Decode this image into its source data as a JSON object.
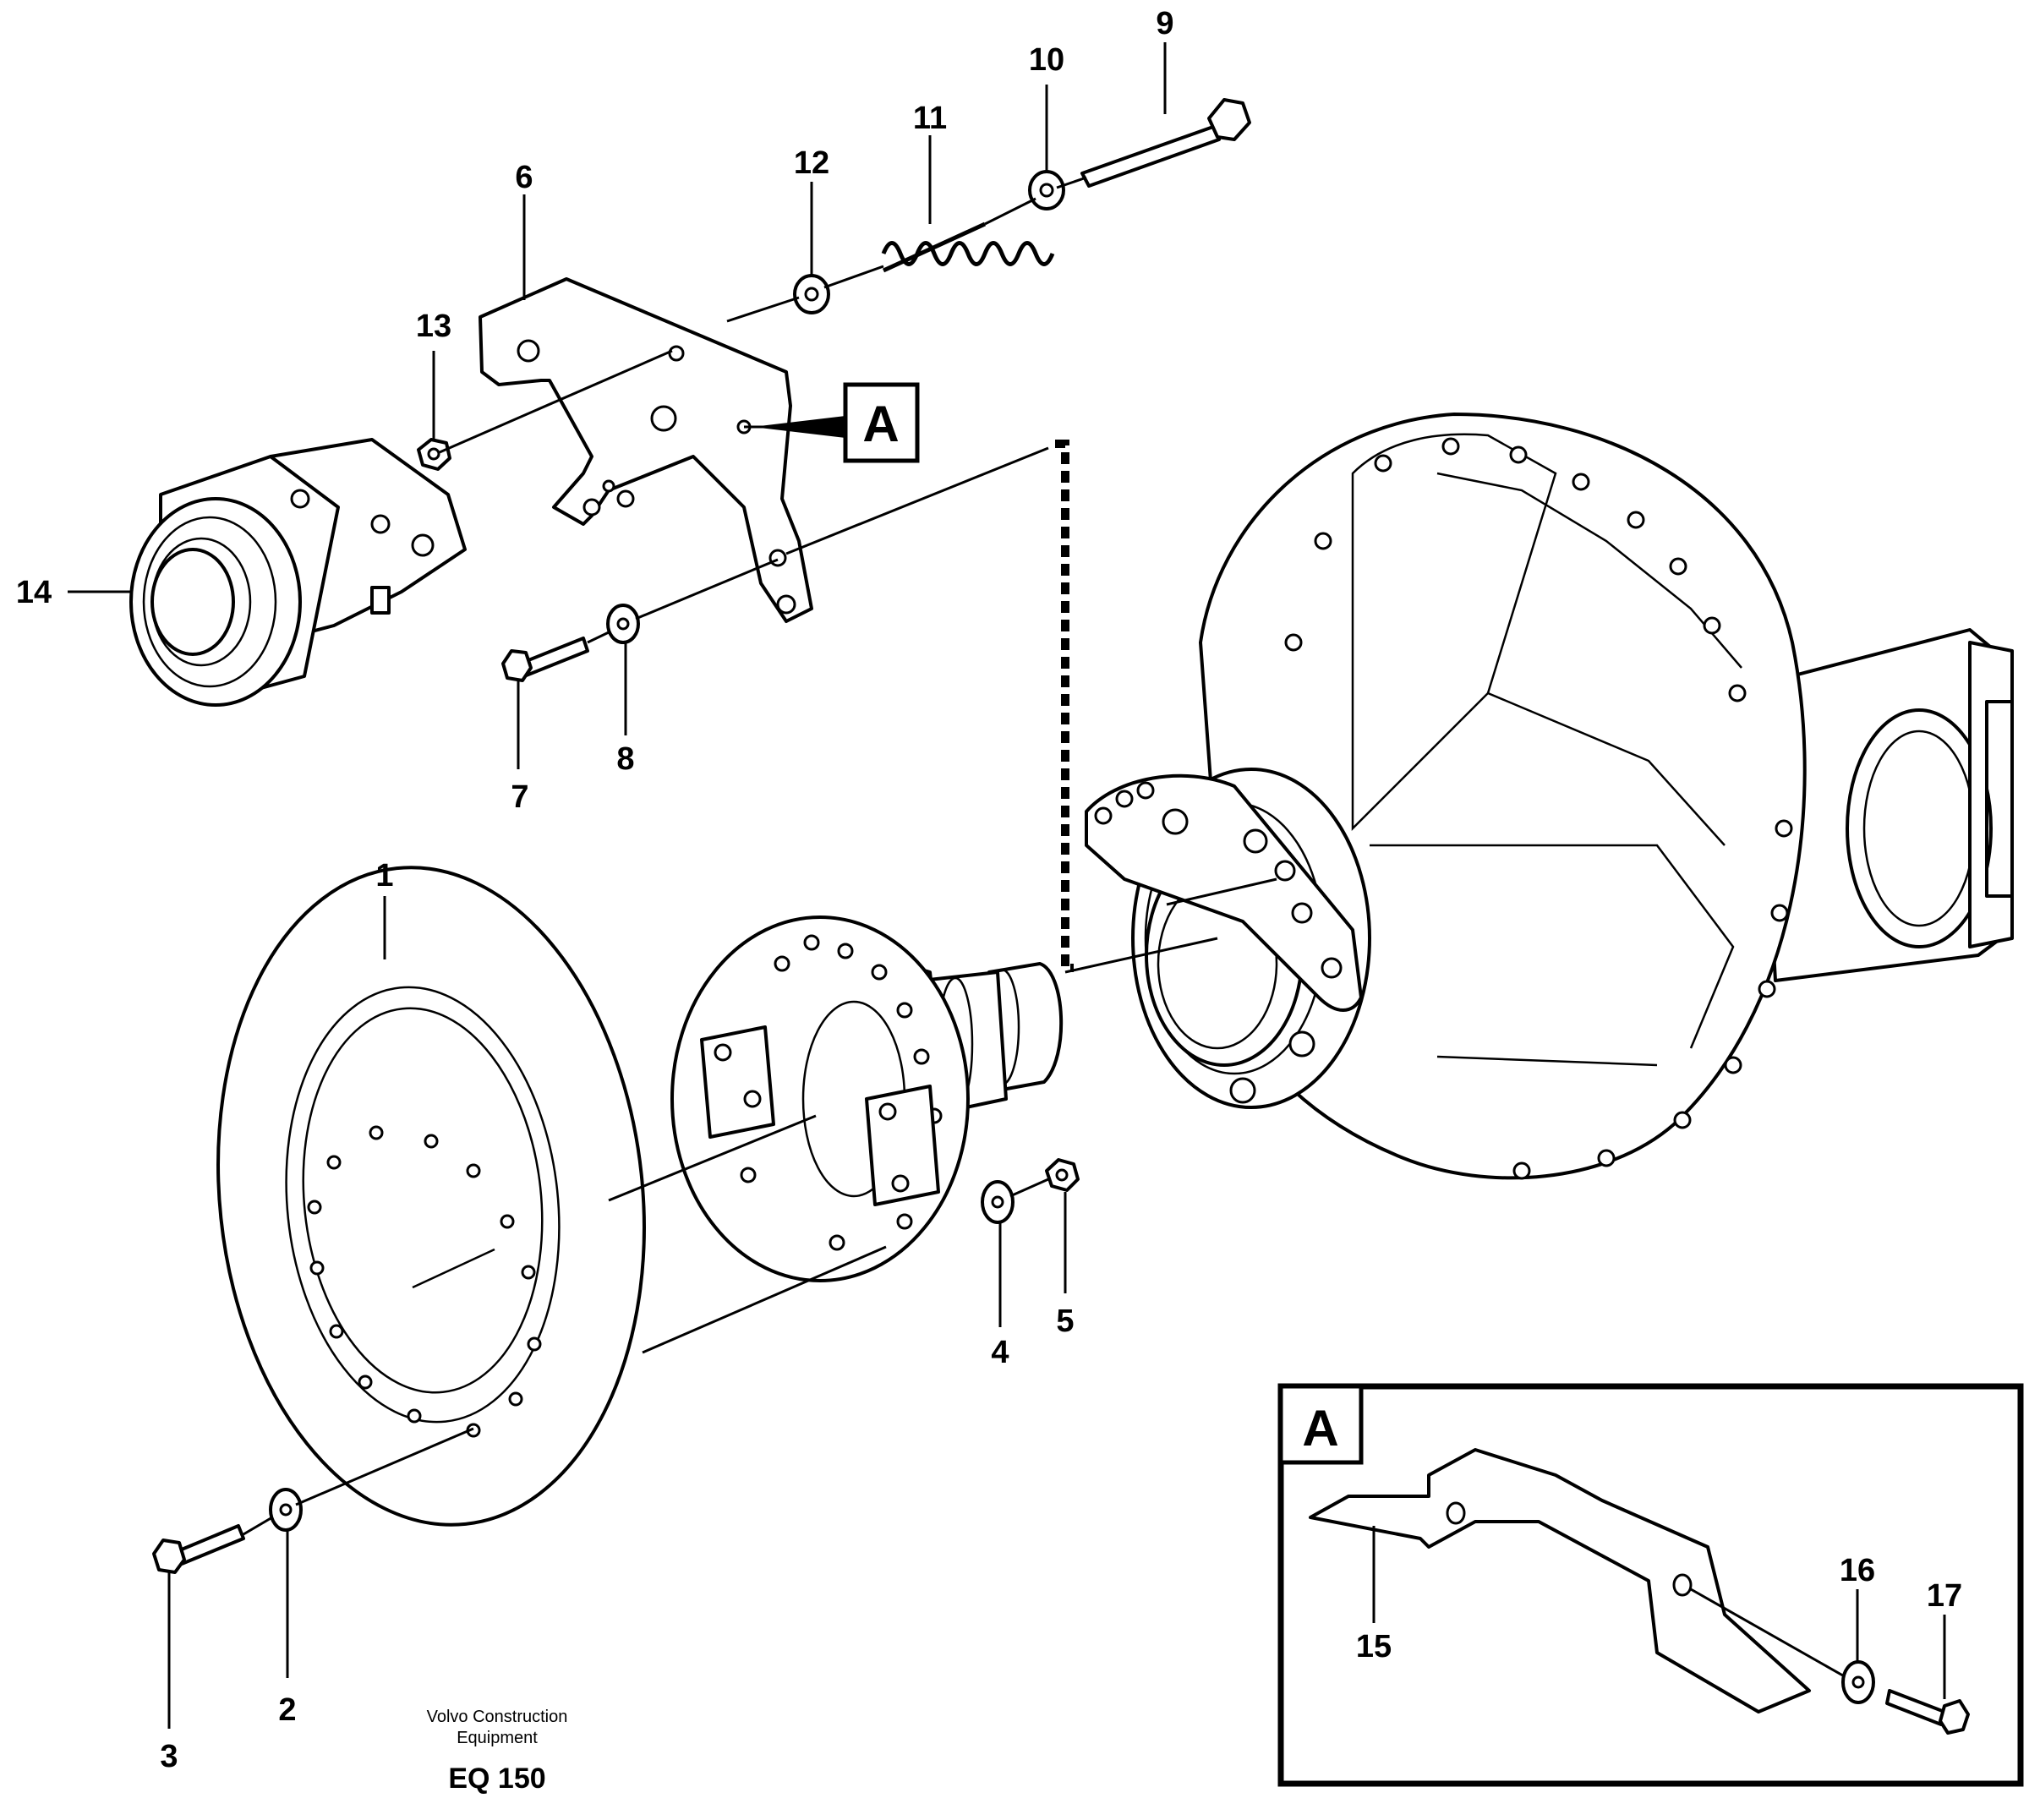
{
  "diagram": {
    "part_numbers": [
      "1",
      "2",
      "3",
      "4",
      "5",
      "6",
      "7",
      "8",
      "9",
      "10",
      "11",
      "12",
      "13",
      "14",
      "15",
      "16",
      "17"
    ],
    "detail_callout": "A",
    "detail_box_label": "A"
  },
  "footer": {
    "company_line1": "Volvo Construction",
    "company_line2": "Equipment",
    "code": "EQ 150"
  }
}
